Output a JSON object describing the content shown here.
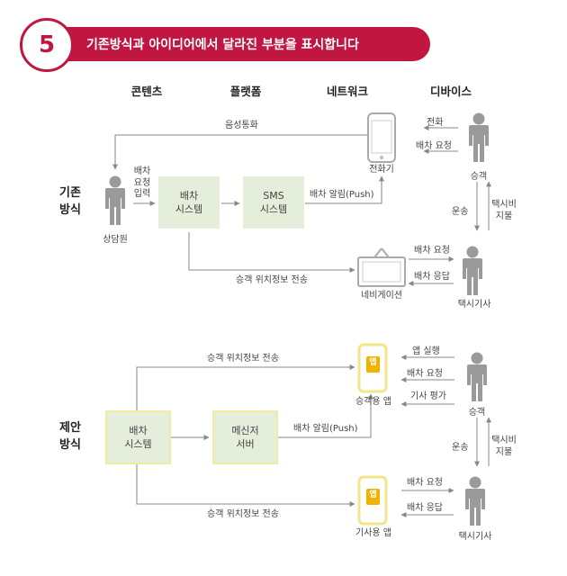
{
  "banner": {
    "number": "5",
    "title": "기존방식과 아이디어에서 달라진 부분을 표시합니다"
  },
  "columns": [
    "콘텐츠",
    "플랫폼",
    "네트워크",
    "디바이스"
  ],
  "legacy": {
    "section_label_1": "기존",
    "section_label_2": "방식",
    "call_voice": "음성통화",
    "dispatch_req_lines": [
      "배차",
      "요청",
      "입력"
    ],
    "agent": "상담원",
    "dispatch_box": [
      "배차",
      "시스템"
    ],
    "sms_box": [
      "SMS",
      "시스템"
    ],
    "push": "배차 알림(Push)",
    "phone": "전화기",
    "call": "전화",
    "dispatch_request": "배차 요청",
    "customer": "승객",
    "ride": "운송",
    "fare_1": "택시비",
    "fare_2": "지불",
    "location_send": "승객 위치정보 전송",
    "navigation": "네비게이션",
    "taxi_request": "배차 요청",
    "taxi_response": "배차 응답",
    "driver": "택시기사"
  },
  "proposed": {
    "section_label_1": "제안",
    "section_label_2": "방식",
    "location_send_top": "승객 위치정보 전송",
    "dispatch_box": [
      "배차",
      "시스템"
    ],
    "messenger_box": [
      "메신저",
      "서버"
    ],
    "push": "배차 알림(Push)",
    "app_badge": "앱",
    "customer_app": "승객용 앱",
    "app_run": "앱 실행",
    "dispatch_request": "배차 요청",
    "driver_rating": "기사 평가",
    "customer": "승객",
    "ride": "운송",
    "fare_1": "택시비",
    "fare_2": "지불",
    "location_send_bottom": "승객 위치정보 전송",
    "driver_app": "기사용 앱",
    "taxi_request": "배차 요청",
    "taxi_response": "배차 응답",
    "driver": "택시기사"
  },
  "colors": {
    "accent": "#c0163f",
    "box_fill": "#e5eddb",
    "highlight": "#f3eba0",
    "app_yellow": "#f0b400",
    "person": "#9a9a9a",
    "line": "#888888"
  }
}
